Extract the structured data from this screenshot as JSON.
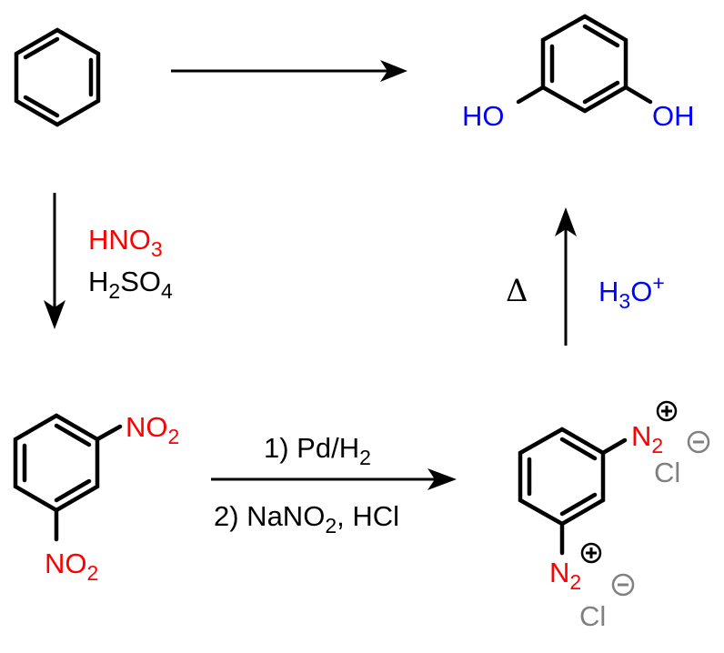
{
  "colors": {
    "nitro": "#ff0000",
    "hydroxyl": "#0000ff",
    "chloride": "#808080",
    "bond": "#000000"
  },
  "reagents": {
    "nitration": {
      "acid1_main": "HNO",
      "acid1_sub": "3",
      "acid2_h": "H",
      "acid2_hsub": "2",
      "acid2_mid": "SO",
      "acid2_sub": "4"
    },
    "reduction_diazotization": {
      "step1_main": "1) Pd/H",
      "step1_sub": "2",
      "step2_main": "2) NaNO",
      "step2_sub": "2",
      "step2_tail": ", HCl"
    },
    "hydrolysis": {
      "heat": "Δ",
      "acid_h": "H",
      "acid_hsub": "3",
      "acid_o": "O",
      "acid_sup": "+"
    }
  },
  "molecules": {
    "resorcinol": {
      "left_group": "HO",
      "right_group": "OH"
    },
    "dinitrobenzene": {
      "group1_main": "NO",
      "group1_sub": "2",
      "group2_main": "NO",
      "group2_sub": "2"
    },
    "bisdiazonium": {
      "n1_main": "N",
      "n1_sub": "2",
      "n2_main": "N",
      "n2_sub": "2",
      "counterion1": "Cl",
      "counterion2": "Cl"
    }
  }
}
